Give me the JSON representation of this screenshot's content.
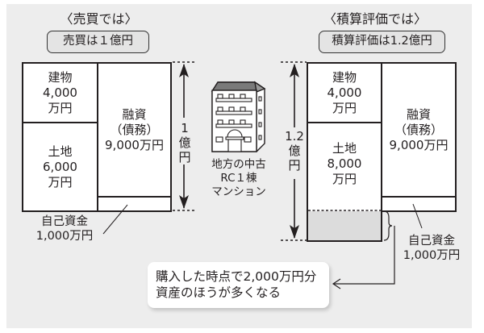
{
  "left": {
    "heading": "〈売買では〉",
    "pill": "売買は１億円",
    "building": {
      "name": "建物",
      "amount": "4,000",
      "unit": "万円"
    },
    "land": {
      "name": "土地",
      "amount": "6,000",
      "unit": "万円"
    },
    "loan": {
      "name": "融資",
      "sub": "（債務）",
      "amount": "9,000万円"
    },
    "equity_label": "自己資金",
    "equity_amount": "1,000万円",
    "total": {
      "line1": "1",
      "line2": "億",
      "line3": "円"
    }
  },
  "right": {
    "heading": "〈積算評価では〉",
    "pill": "積算評価は1.2億円",
    "building": {
      "name": "建物",
      "amount": "4,000",
      "unit": "万円"
    },
    "land": {
      "name": "土地",
      "amount": "8,000",
      "unit": "万円"
    },
    "loan": {
      "name": "融資",
      "sub": "（債務）",
      "amount": "9,000万円"
    },
    "equity_label": "自己資金",
    "equity_amount": "1,000万円",
    "total": {
      "line1": "1.2",
      "line2": "億",
      "line3": "円"
    }
  },
  "center": {
    "icon": "apartment-building-icon",
    "line1": "地方の中古",
    "line2": "RC１棟",
    "line3": "マンション"
  },
  "callout": {
    "line1": "購入した時点で2,000万円分",
    "line2": "資産のほうが多くなる"
  },
  "colors": {
    "background": "#ededed",
    "shaded": "#dcdcdc",
    "stroke": "#231f20"
  }
}
